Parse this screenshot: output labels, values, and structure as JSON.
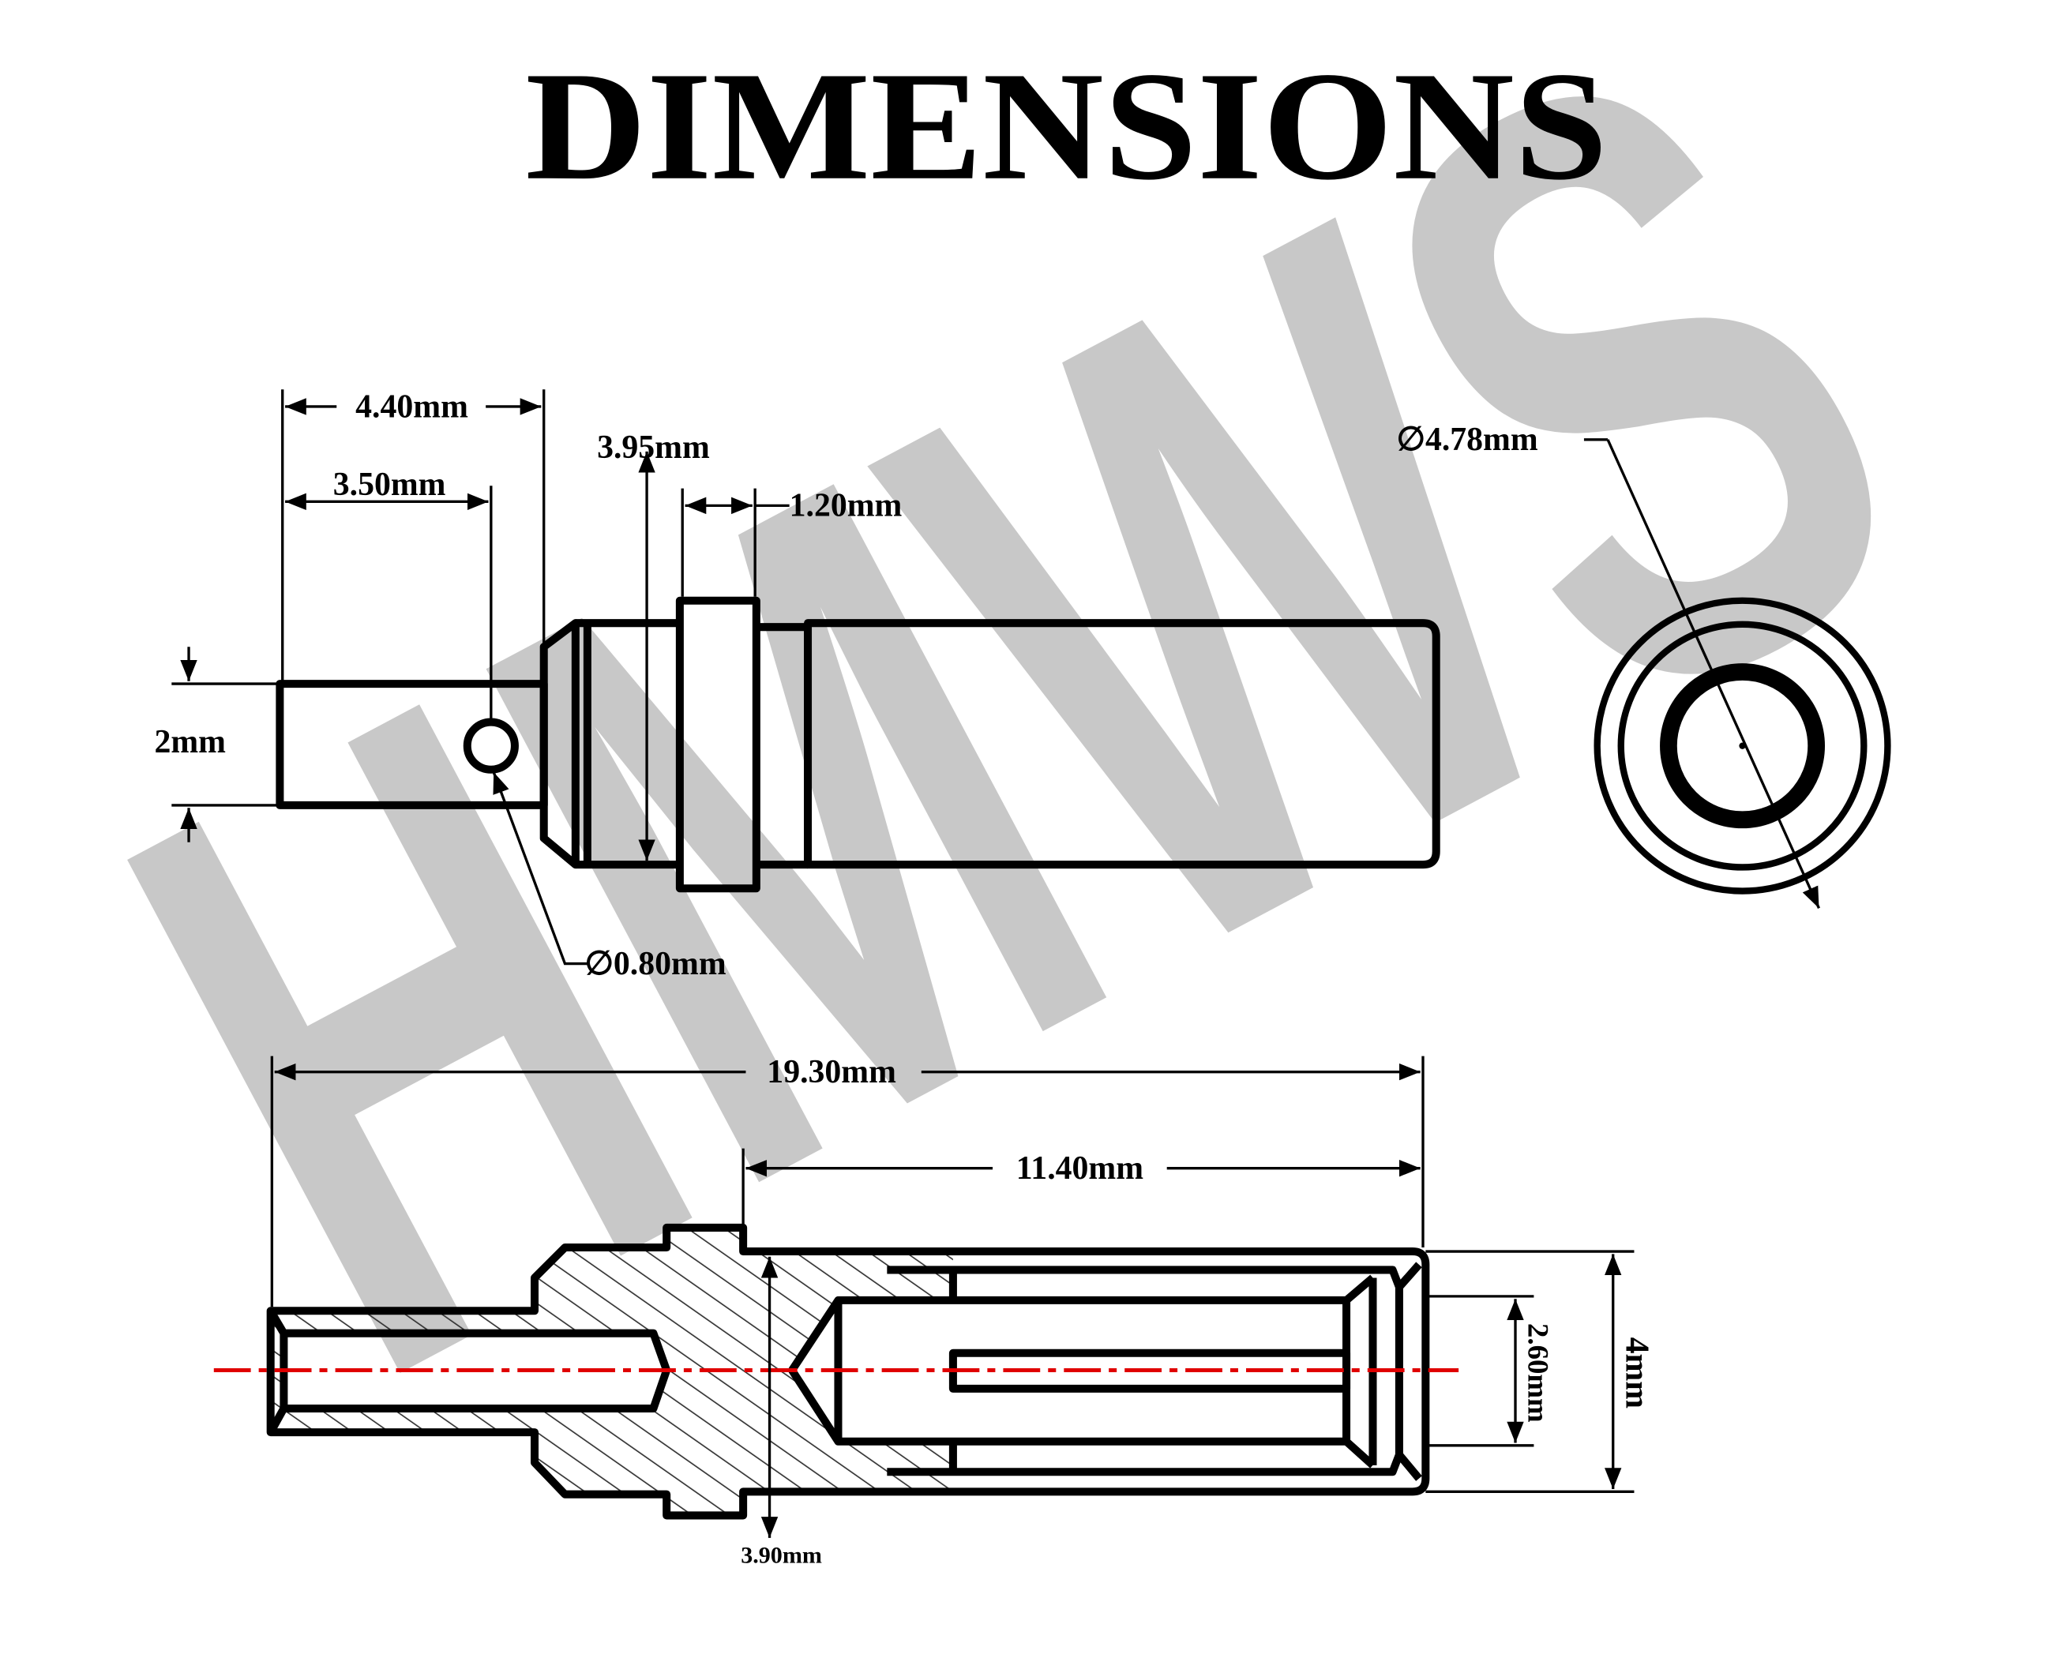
{
  "title": "DIMENSIONS",
  "watermark": "HMWS",
  "colors": {
    "line": "#000000",
    "watermark": "#c8c8c8",
    "centerline": "#e00000"
  },
  "side_view": {
    "d_440": "4.40mm",
    "d_350": "3.50mm",
    "d_395": "3.95mm",
    "d_120": "1.20mm",
    "d_2": "2mm",
    "d_080": "∅0.80mm"
  },
  "end_view": {
    "d_478": "∅4.78mm"
  },
  "section_view": {
    "d_1930": "19.30mm",
    "d_1140": "11.40mm",
    "d_390": "3.90mm",
    "d_260": "2.60mm",
    "d_4": "4mm"
  }
}
